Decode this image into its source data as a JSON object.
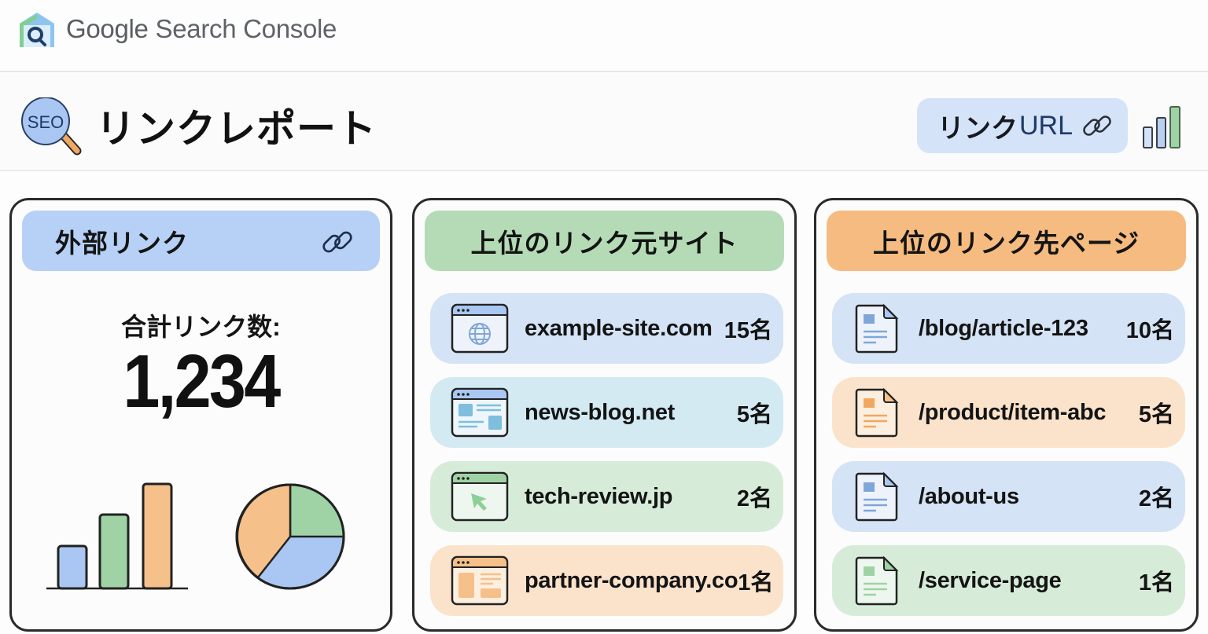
{
  "app": {
    "name": "Google Search Console",
    "name_parts": {
      "brand": "Google",
      "product": "Search Console"
    }
  },
  "header": {
    "page_title": "リンクレポート",
    "seo_badge": "SEO",
    "link_url_button": {
      "jp": "リンク",
      "url": "URL"
    },
    "icons": [
      "search-console-logo-icon",
      "seo-magnifier-icon",
      "link-chain-icon",
      "signal-bars-icon"
    ]
  },
  "external_links": {
    "title": "外部リンク",
    "total_label": "合計リンク数:",
    "total_value": "1,234",
    "icon": "link-chain-icon"
  },
  "top_linking_sites": {
    "title": "上位のリンク元サイト",
    "items": [
      {
        "label": "example-site.com",
        "count": "15名",
        "icon": "browser-globe-icon",
        "color": "#d5e3f6"
      },
      {
        "label": "news-blog.net",
        "count": "5名",
        "icon": "browser-news-icon",
        "color": "#d3eaf3"
      },
      {
        "label": "tech-review.jp",
        "count": "2名",
        "icon": "browser-cursor-icon",
        "color": "#d6ecd9"
      },
      {
        "label": "partner-company.co",
        "count": "1名",
        "icon": "browser-layout-icon",
        "color": "#fbe3cb"
      }
    ]
  },
  "top_linked_pages": {
    "title": "上位のリンク先ページ",
    "items": [
      {
        "label": "/blog/article-123",
        "count": "10名",
        "icon": "document-icon",
        "color": "#d5e3f6"
      },
      {
        "label": "/product/item-abc",
        "count": "5名",
        "icon": "document-icon",
        "color": "#fbe3cb"
      },
      {
        "label": "/about-us",
        "count": "2名",
        "icon": "document-icon",
        "color": "#d5e3f6"
      },
      {
        "label": "/service-page",
        "count": "1名",
        "icon": "document-icon",
        "color": "#d6ecd9"
      }
    ]
  },
  "colors": {
    "blue": "#a9c7f2",
    "green": "#9fd3a5",
    "orange": "#f6c08a",
    "outline": "#2a2a2a"
  }
}
